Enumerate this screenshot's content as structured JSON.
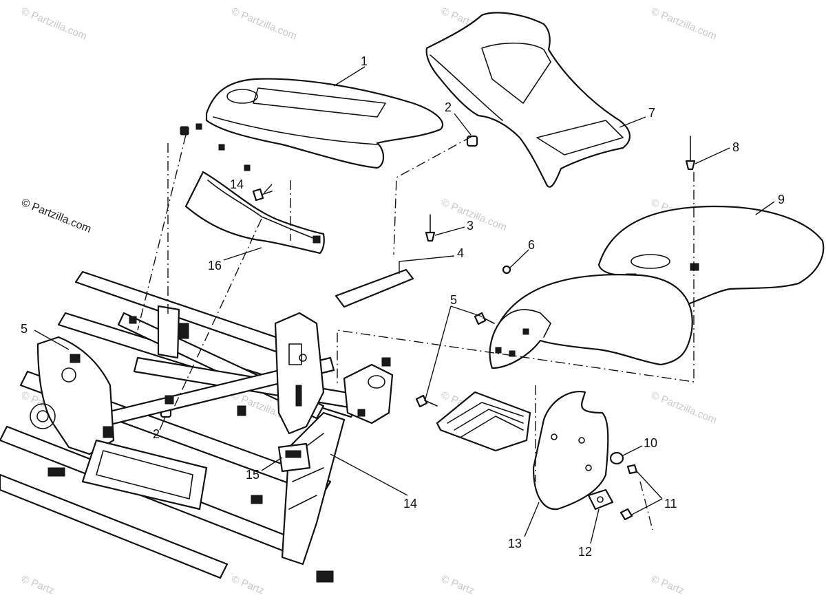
{
  "watermark": {
    "text": "© Partzilla.com",
    "text_cut": "© Partz"
  },
  "callouts": {
    "c1": "1",
    "c2a": "2",
    "c2b": "2",
    "c3": "3",
    "c4": "4",
    "c5a": "5",
    "c5b": "5",
    "c6": "6",
    "c7": "7",
    "c8": "8",
    "c9": "9",
    "c10": "10",
    "c11": "11",
    "c12": "12",
    "c13": "13",
    "c14a": "14",
    "c14b": "14",
    "c15": "15",
    "c16": "16"
  }
}
